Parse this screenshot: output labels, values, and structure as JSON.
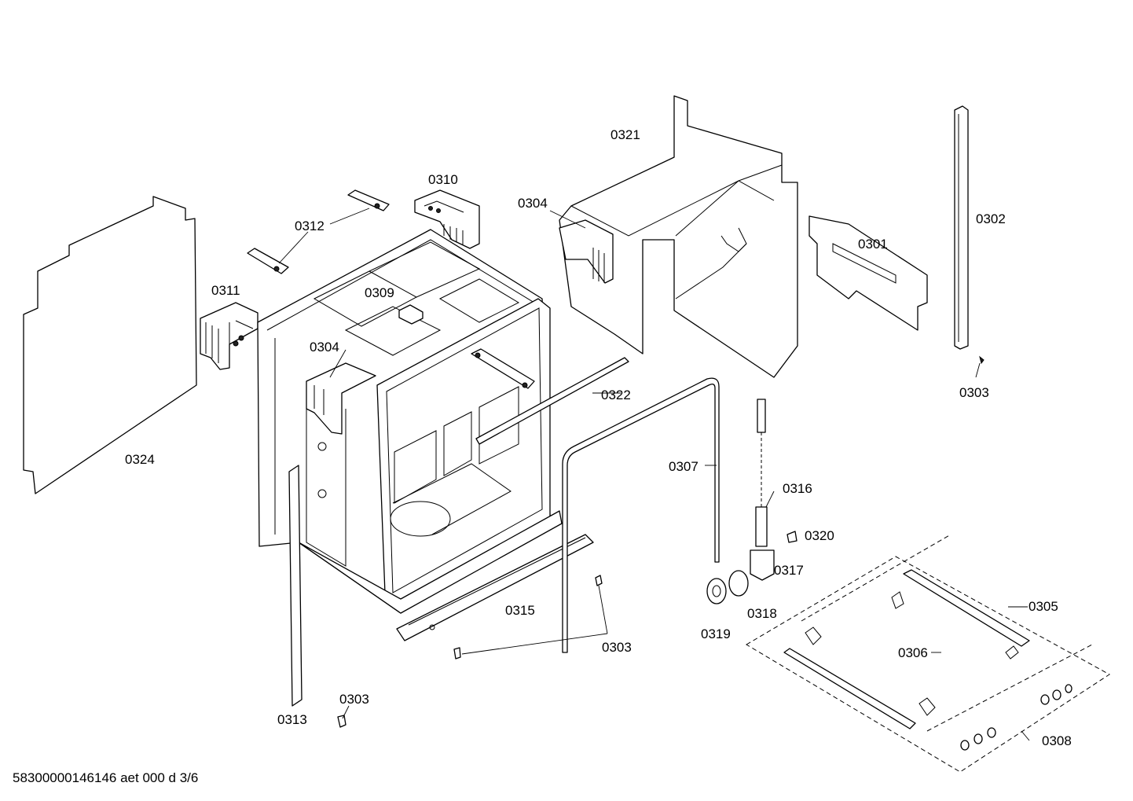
{
  "labels": {
    "p0301": "0301",
    "p0302": "0302",
    "p0303a": "0303",
    "p0303b": "0303",
    "p0303c": "0303",
    "p0304a": "0304",
    "p0304b": "0304",
    "p0305": "0305",
    "p0306": "0306",
    "p0307": "0307",
    "p0308": "0308",
    "p0309": "0309",
    "p0310": "0310",
    "p0311": "0311",
    "p0312": "0312",
    "p0313": "0313",
    "p0315": "0315",
    "p0316": "0316",
    "p0317": "0317",
    "p0318": "0318",
    "p0319": "0319",
    "p0320": "0320",
    "p0321": "0321",
    "p0322": "0322",
    "p0324": "0324"
  },
  "footer": {
    "document_id": "58300000146146 aet 000 d 3/6"
  }
}
